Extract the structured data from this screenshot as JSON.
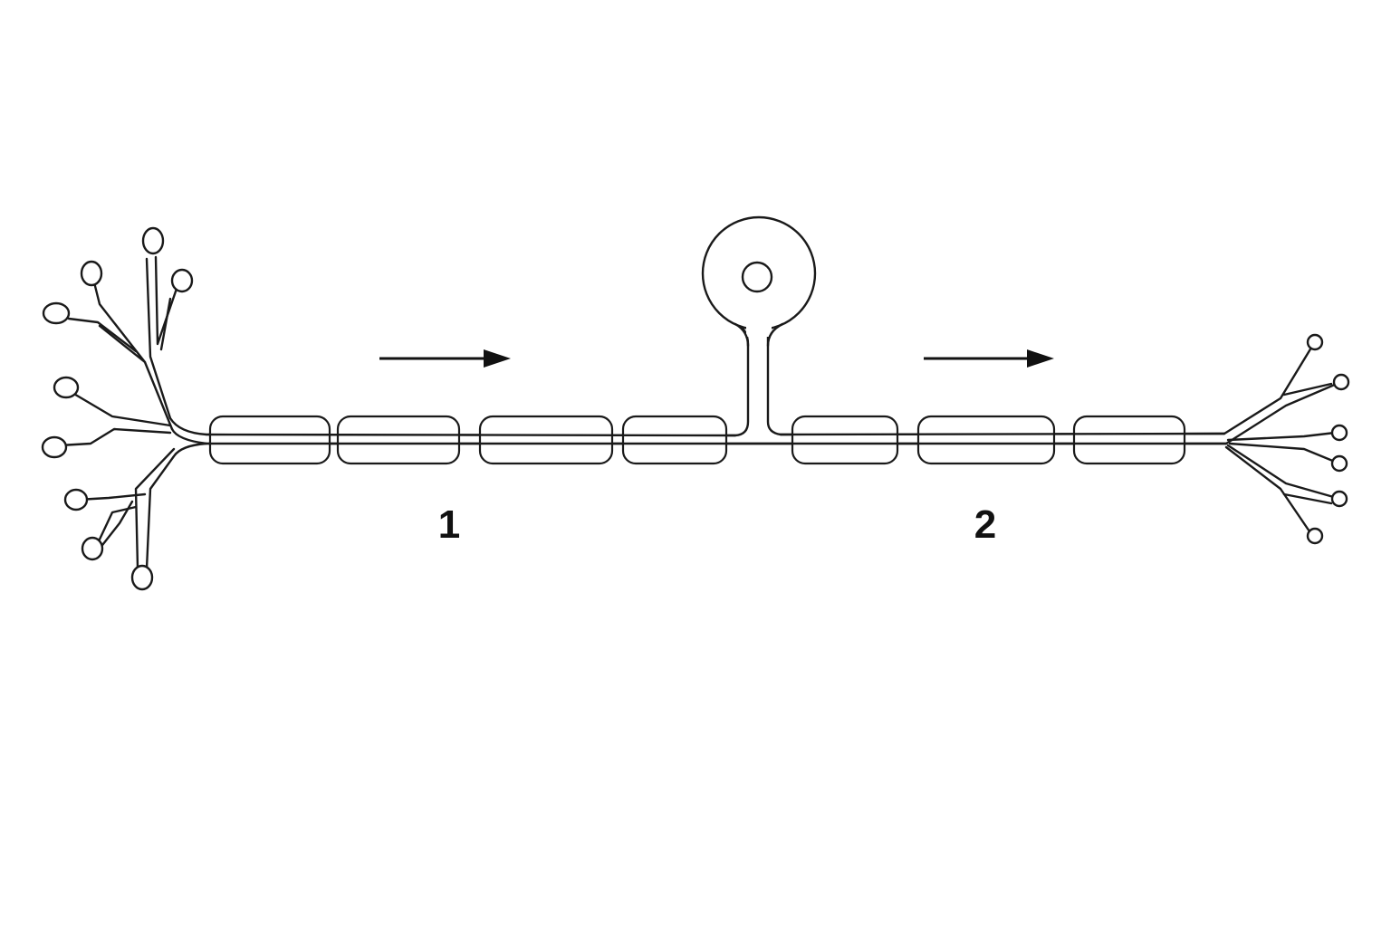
{
  "diagram": {
    "labels": {
      "one": "1",
      "two": "2"
    },
    "direction_arrows": [
      "right",
      "right"
    ],
    "myelin_segment_count": 7,
    "colors": {
      "stroke": "#1a1a1a",
      "background": "#ffffff"
    },
    "icons": [
      "cell-body-icon",
      "nucleus-icon",
      "arrow-right-icon",
      "dendrite-bulb-icon",
      "axon-terminal-bulb-icon"
    ]
  }
}
